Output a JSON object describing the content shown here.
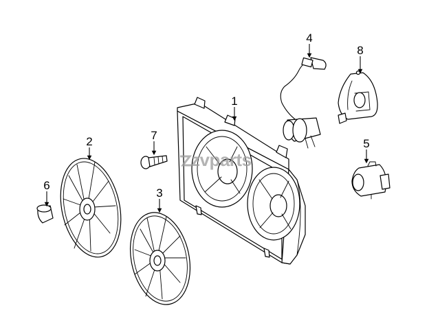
{
  "callouts": [
    {
      "id": "1",
      "label": "1"
    },
    {
      "id": "2",
      "label": "2"
    },
    {
      "id": "3",
      "label": "3"
    },
    {
      "id": "4",
      "label": "4"
    },
    {
      "id": "5",
      "label": "5"
    },
    {
      "id": "6",
      "label": "6"
    },
    {
      "id": "7",
      "label": "7"
    },
    {
      "id": "8",
      "label": "8"
    }
  ],
  "watermark": {
    "text": "zvparts",
    "icon": "zv-logo-icon"
  },
  "colors": {
    "line": "#000000",
    "background": "#ffffff",
    "watermark": "#9a9a9a"
  }
}
